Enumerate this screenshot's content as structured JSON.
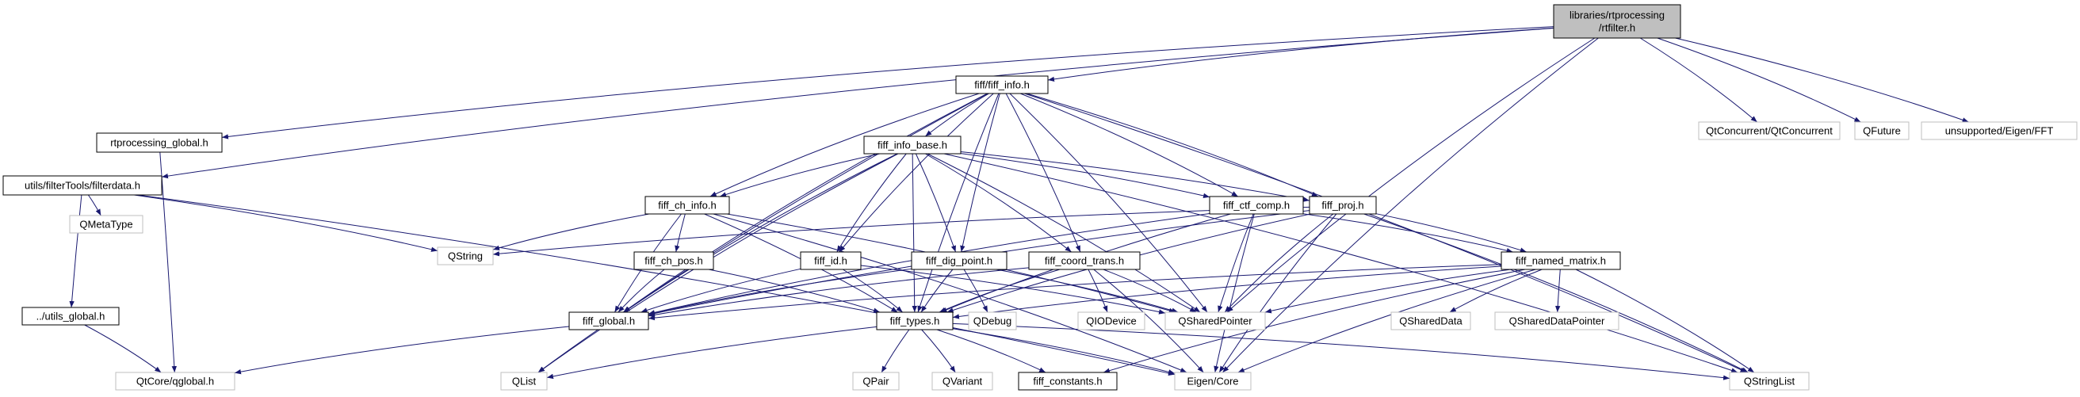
{
  "diagram": {
    "type": "include-dependency-graph",
    "colors": {
      "edge": "#191970",
      "edge_external": "#a0a0a0",
      "root_fill": "#bfbfbf",
      "node_border": "#000000",
      "external_border": "#bfbfbf",
      "background": "#ffffff"
    },
    "nodes": [
      {
        "id": "rtfilter",
        "label": "libraries/rtprocessing\n/rtfilter.h",
        "kind": "root"
      },
      {
        "id": "filterdata",
        "label": "utils/filterTools/filterdata.h",
        "kind": "file"
      },
      {
        "id": "rtproc_global",
        "label": "rtprocessing_global.h",
        "kind": "file"
      },
      {
        "id": "fiff_info",
        "label": "fiff/fiff_info.h",
        "kind": "file"
      },
      {
        "id": "qtconcurrent",
        "label": "QtConcurrent/QtConcurrent",
        "kind": "external"
      },
      {
        "id": "qfuture",
        "label": "QFuture",
        "kind": "external"
      },
      {
        "id": "eigenfft",
        "label": "unsupported/Eigen/FFT",
        "kind": "external"
      },
      {
        "id": "fiff_info_base",
        "label": "fiff_info_base.h",
        "kind": "file"
      },
      {
        "id": "qmetatype",
        "label": "QMetaType",
        "kind": "external"
      },
      {
        "id": "fiff_ch_info",
        "label": "fiff_ch_info.h",
        "kind": "file"
      },
      {
        "id": "fiff_ctf_comp",
        "label": "fiff_ctf_comp.h",
        "kind": "file"
      },
      {
        "id": "fiff_proj",
        "label": "fiff_proj.h",
        "kind": "file"
      },
      {
        "id": "qstring",
        "label": "QString",
        "kind": "external"
      },
      {
        "id": "fiff_ch_pos",
        "label": "fiff_ch_pos.h",
        "kind": "file"
      },
      {
        "id": "fiff_id",
        "label": "fiff_id.h",
        "kind": "file"
      },
      {
        "id": "fiff_dig_point",
        "label": "fiff_dig_point.h",
        "kind": "file"
      },
      {
        "id": "fiff_coord_trans",
        "label": "fiff_coord_trans.h",
        "kind": "file"
      },
      {
        "id": "fiff_named_matrix",
        "label": "fiff_named_matrix.h",
        "kind": "file"
      },
      {
        "id": "utils_global",
        "label": "../utils_global.h",
        "kind": "file"
      },
      {
        "id": "fiff_global",
        "label": "fiff_global.h",
        "kind": "file"
      },
      {
        "id": "fiff_types",
        "label": "fiff_types.h",
        "kind": "file"
      },
      {
        "id": "qdebug",
        "label": "QDebug",
        "kind": "external"
      },
      {
        "id": "qiodevice",
        "label": "QIODevice",
        "kind": "external"
      },
      {
        "id": "qsharedpointer",
        "label": "QSharedPointer",
        "kind": "external"
      },
      {
        "id": "qshareddata",
        "label": "QSharedData",
        "kind": "external"
      },
      {
        "id": "qshareddatapointer",
        "label": "QSharedDataPointer",
        "kind": "external"
      },
      {
        "id": "qtcore_qglobal",
        "label": "QtCore/qglobal.h",
        "kind": "external"
      },
      {
        "id": "qlist",
        "label": "QList",
        "kind": "external"
      },
      {
        "id": "qpair",
        "label": "QPair",
        "kind": "external"
      },
      {
        "id": "qvariant",
        "label": "QVariant",
        "kind": "external"
      },
      {
        "id": "fiff_constants",
        "label": "fiff_constants.h",
        "kind": "file"
      },
      {
        "id": "eigencore",
        "label": "Eigen/Core",
        "kind": "external"
      },
      {
        "id": "qstringlist",
        "label": "QStringList",
        "kind": "external"
      }
    ],
    "edges": [
      [
        "rtfilter",
        "filterdata"
      ],
      [
        "rtfilter",
        "rtproc_global"
      ],
      [
        "rtfilter",
        "fiff_info"
      ],
      [
        "rtfilter",
        "qtconcurrent"
      ],
      [
        "rtfilter",
        "qfuture"
      ],
      [
        "rtfilter",
        "eigenfft"
      ],
      [
        "rtfilter",
        "qsharedpointer"
      ],
      [
        "rtfilter",
        "eigencore"
      ],
      [
        "filterdata",
        "qmetatype"
      ],
      [
        "filterdata",
        "utils_global"
      ],
      [
        "filterdata",
        "qstring"
      ],
      [
        "filterdata",
        "eigencore"
      ],
      [
        "utils_global",
        "qtcore_qglobal"
      ],
      [
        "rtproc_global",
        "qtcore_qglobal"
      ],
      [
        "fiff_info",
        "fiff_info_base"
      ],
      [
        "fiff_info",
        "fiff_ch_info"
      ],
      [
        "fiff_info",
        "fiff_ctf_comp"
      ],
      [
        "fiff_info",
        "fiff_proj"
      ],
      [
        "fiff_info",
        "fiff_id"
      ],
      [
        "fiff_info",
        "fiff_dig_point"
      ],
      [
        "fiff_info",
        "fiff_coord_trans"
      ],
      [
        "fiff_info",
        "fiff_global"
      ],
      [
        "fiff_info",
        "fiff_types"
      ],
      [
        "fiff_info",
        "qsharedpointer"
      ],
      [
        "fiff_info",
        "qlist"
      ],
      [
        "fiff_info",
        "qstringlist"
      ],
      [
        "fiff_info_base",
        "fiff_ch_info"
      ],
      [
        "fiff_info_base",
        "fiff_ctf_comp"
      ],
      [
        "fiff_info_base",
        "fiff_proj"
      ],
      [
        "fiff_info_base",
        "fiff_id"
      ],
      [
        "fiff_info_base",
        "fiff_dig_point"
      ],
      [
        "fiff_info_base",
        "fiff_coord_trans"
      ],
      [
        "fiff_info_base",
        "fiff_types"
      ],
      [
        "fiff_info_base",
        "fiff_global"
      ],
      [
        "fiff_info_base",
        "qsharedpointer"
      ],
      [
        "fiff_info_base",
        "qlist"
      ],
      [
        "fiff_info_base",
        "qstringlist"
      ],
      [
        "fiff_ch_info",
        "fiff_ch_pos"
      ],
      [
        "fiff_ch_info",
        "fiff_global"
      ],
      [
        "fiff_ch_info",
        "fiff_types"
      ],
      [
        "fiff_ch_info",
        "qstring"
      ],
      [
        "fiff_ch_info",
        "qsharedpointer"
      ],
      [
        "fiff_ch_info",
        "eigencore"
      ],
      [
        "fiff_ch_pos",
        "fiff_global"
      ],
      [
        "fiff_ch_pos",
        "fiff_types"
      ],
      [
        "fiff_ctf_comp",
        "fiff_named_matrix"
      ],
      [
        "fiff_ctf_comp",
        "fiff_global"
      ],
      [
        "fiff_ctf_comp",
        "fiff_types"
      ],
      [
        "fiff_ctf_comp",
        "qsharedpointer"
      ],
      [
        "fiff_ctf_comp",
        "eigencore"
      ],
      [
        "fiff_proj",
        "fiff_named_matrix"
      ],
      [
        "fiff_proj",
        "fiff_global"
      ],
      [
        "fiff_proj",
        "fiff_types"
      ],
      [
        "fiff_proj",
        "qstring"
      ],
      [
        "fiff_proj",
        "qsharedpointer"
      ],
      [
        "fiff_proj",
        "qstringlist"
      ],
      [
        "fiff_proj",
        "eigencore"
      ],
      [
        "fiff_id",
        "fiff_global"
      ],
      [
        "fiff_id",
        "fiff_types"
      ],
      [
        "fiff_id",
        "qsharedpointer"
      ],
      [
        "fiff_dig_point",
        "fiff_global"
      ],
      [
        "fiff_dig_point",
        "fiff_types"
      ],
      [
        "fiff_dig_point",
        "qdebug"
      ],
      [
        "fiff_dig_point",
        "qsharedpointer"
      ],
      [
        "fiff_coord_trans",
        "fiff_global"
      ],
      [
        "fiff_coord_trans",
        "fiff_types"
      ],
      [
        "fiff_coord_trans",
        "qiodevice"
      ],
      [
        "fiff_coord_trans",
        "qsharedpointer"
      ],
      [
        "fiff_coord_trans",
        "eigencore"
      ],
      [
        "fiff_named_matrix",
        "fiff_global"
      ],
      [
        "fiff_named_matrix",
        "fiff_types"
      ],
      [
        "fiff_named_matrix",
        "qsharedpointer"
      ],
      [
        "fiff_named_matrix",
        "qshareddata"
      ],
      [
        "fiff_named_matrix",
        "qshareddatapointer"
      ],
      [
        "fiff_named_matrix",
        "qstringlist"
      ],
      [
        "fiff_named_matrix",
        "eigencore"
      ],
      [
        "fiff_named_matrix",
        "fiff_constants"
      ],
      [
        "fiff_global",
        "qtcore_qglobal"
      ],
      [
        "fiff_types",
        "qlist"
      ],
      [
        "fiff_types",
        "qpair"
      ],
      [
        "fiff_types",
        "qvariant"
      ],
      [
        "fiff_types",
        "fiff_constants"
      ],
      [
        "fiff_types",
        "eigencore"
      ],
      [
        "fiff_types",
        "qstringlist"
      ]
    ]
  }
}
